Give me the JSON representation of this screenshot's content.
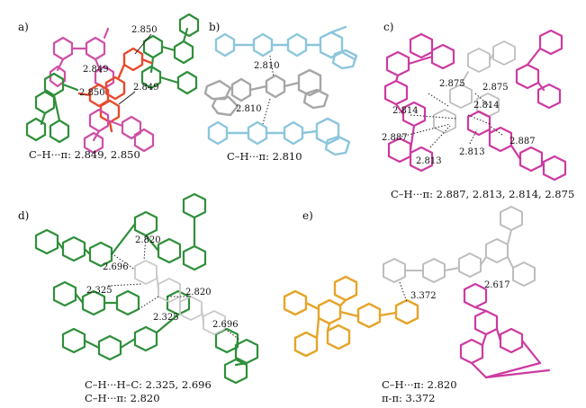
{
  "colors": {
    "red": "#e64a2e",
    "pink": "#cf4fa6",
    "green": "#2f8f3a",
    "cyan": "#8cc6dc",
    "grey": "#a6a6a6",
    "magenta": "#cc3aa0",
    "orange": "#e5a52a",
    "black": "#111111"
  },
  "panels": {
    "a": {
      "label": "a)",
      "distances": [
        "2.850",
        "2.849",
        "2.850",
        "2.849"
      ],
      "caption": "C–H···π: 2.849, 2.850"
    },
    "b": {
      "label": "b)",
      "distances": [
        "2.810",
        "2.810"
      ],
      "caption": "C–H···π: 2.810"
    },
    "c": {
      "label": "c)",
      "distances": [
        "2.875",
        "2.875",
        "2.814",
        "2.814",
        "2.887",
        "2.887",
        "2.813",
        "2.813"
      ],
      "caption": "C–H···π: 2.887, 2.813, 2.814, 2.875"
    },
    "d": {
      "label": "d)",
      "distances": [
        "2.820",
        "2.696",
        "2.325",
        "2.820",
        "2.325",
        "2.696"
      ],
      "caption_line1": "C–H···H–C: 2.325, 2.696",
      "caption_line2": "C–H···π: 2.820"
    },
    "e": {
      "label": "e)",
      "distances": [
        "3.372",
        "2.617"
      ],
      "caption_line1": "C–H···π: 2.820",
      "caption_line2": "π-π: 3.372"
    }
  }
}
